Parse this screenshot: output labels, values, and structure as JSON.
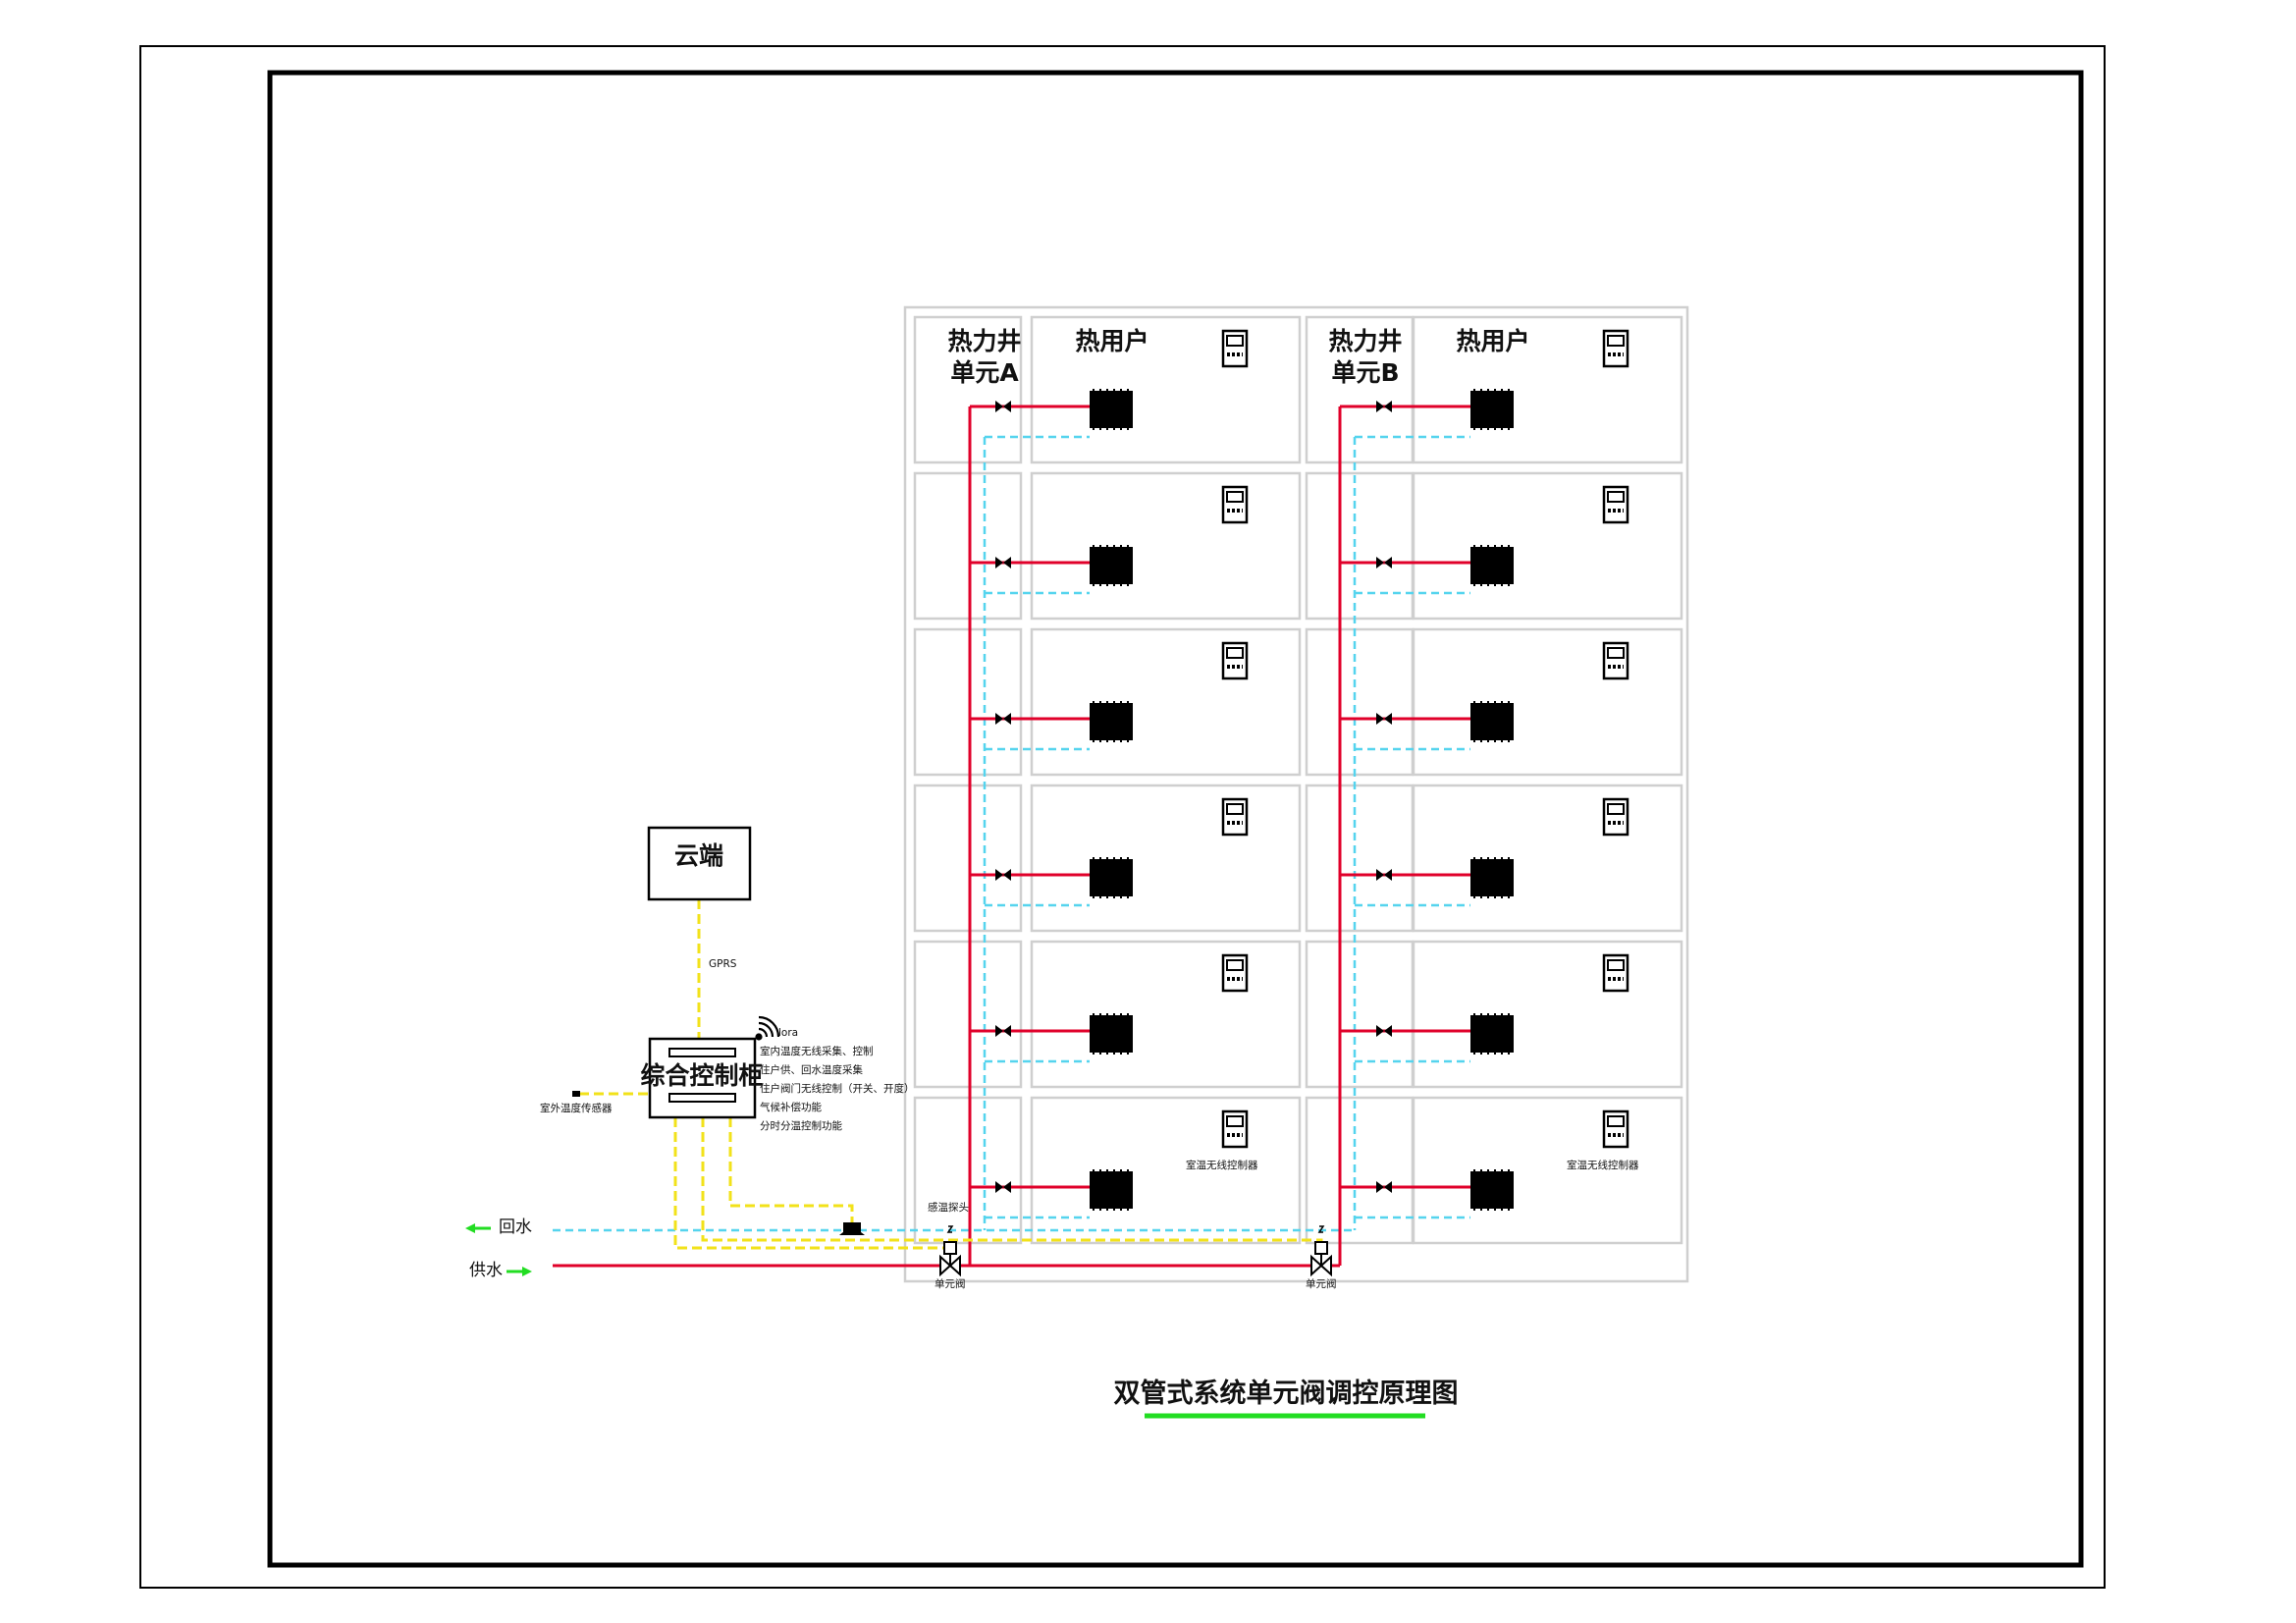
{
  "diagram": {
    "title": "双管式系统单元阀调控原理图",
    "cloud_label": "云端",
    "gprs_label": "GPRS",
    "controller_label": "综合控制柜",
    "lora_label": "lora",
    "features": [
      "室内温度无线采集、控制",
      "住户供、回水温度采集",
      "住户阀门无线控制（开关、开度）",
      "气候补偿功能",
      "分时分温控制功能"
    ],
    "outdoor_sensor_label": "室外温度传感器",
    "return_label": "回水",
    "supply_label": "供水",
    "temp_probe_label": "感温探头",
    "unit_valve_label": "单元阀",
    "wireless_controller_label": "室温无线控制器",
    "units": [
      {
        "shaft_line1": "热力井",
        "shaft_line2": "单元A",
        "users_label": "热用户"
      },
      {
        "shaft_line1": "热力井",
        "shaft_line2": "单元B",
        "users_label": "热用户"
      }
    ],
    "floors": 6,
    "colors": {
      "supply": "#e0002a",
      "return": "#55d4ee",
      "signal": "#f2e21a",
      "title_underline": "#22dd22",
      "arrow": "#22dd22",
      "grid": "#cfcfcf",
      "frame": "#000000"
    }
  }
}
